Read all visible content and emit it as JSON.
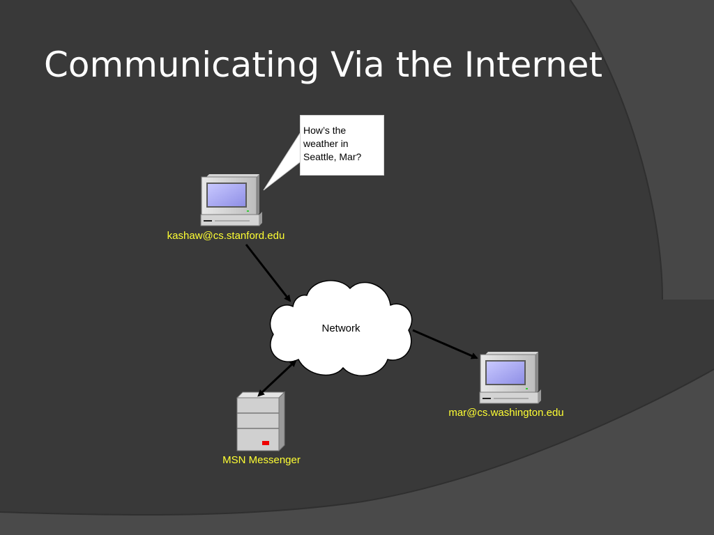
{
  "slide": {
    "title": "Communicating Via the Internet"
  },
  "bubble": {
    "lines": [
      "How’s the",
      "weather in",
      "Seattle, Mar?"
    ]
  },
  "nodes": {
    "computer1_label": "kashaw@cs.stanford.edu",
    "computer2_label": "mar@cs.washington.edu",
    "server_label": "MSN Messenger",
    "network_label": "Network"
  },
  "colors": {
    "background": "#393939",
    "band": "#4a4a4a",
    "label": "#ffff33",
    "title": "#ffffff",
    "arrow": "#000000"
  }
}
